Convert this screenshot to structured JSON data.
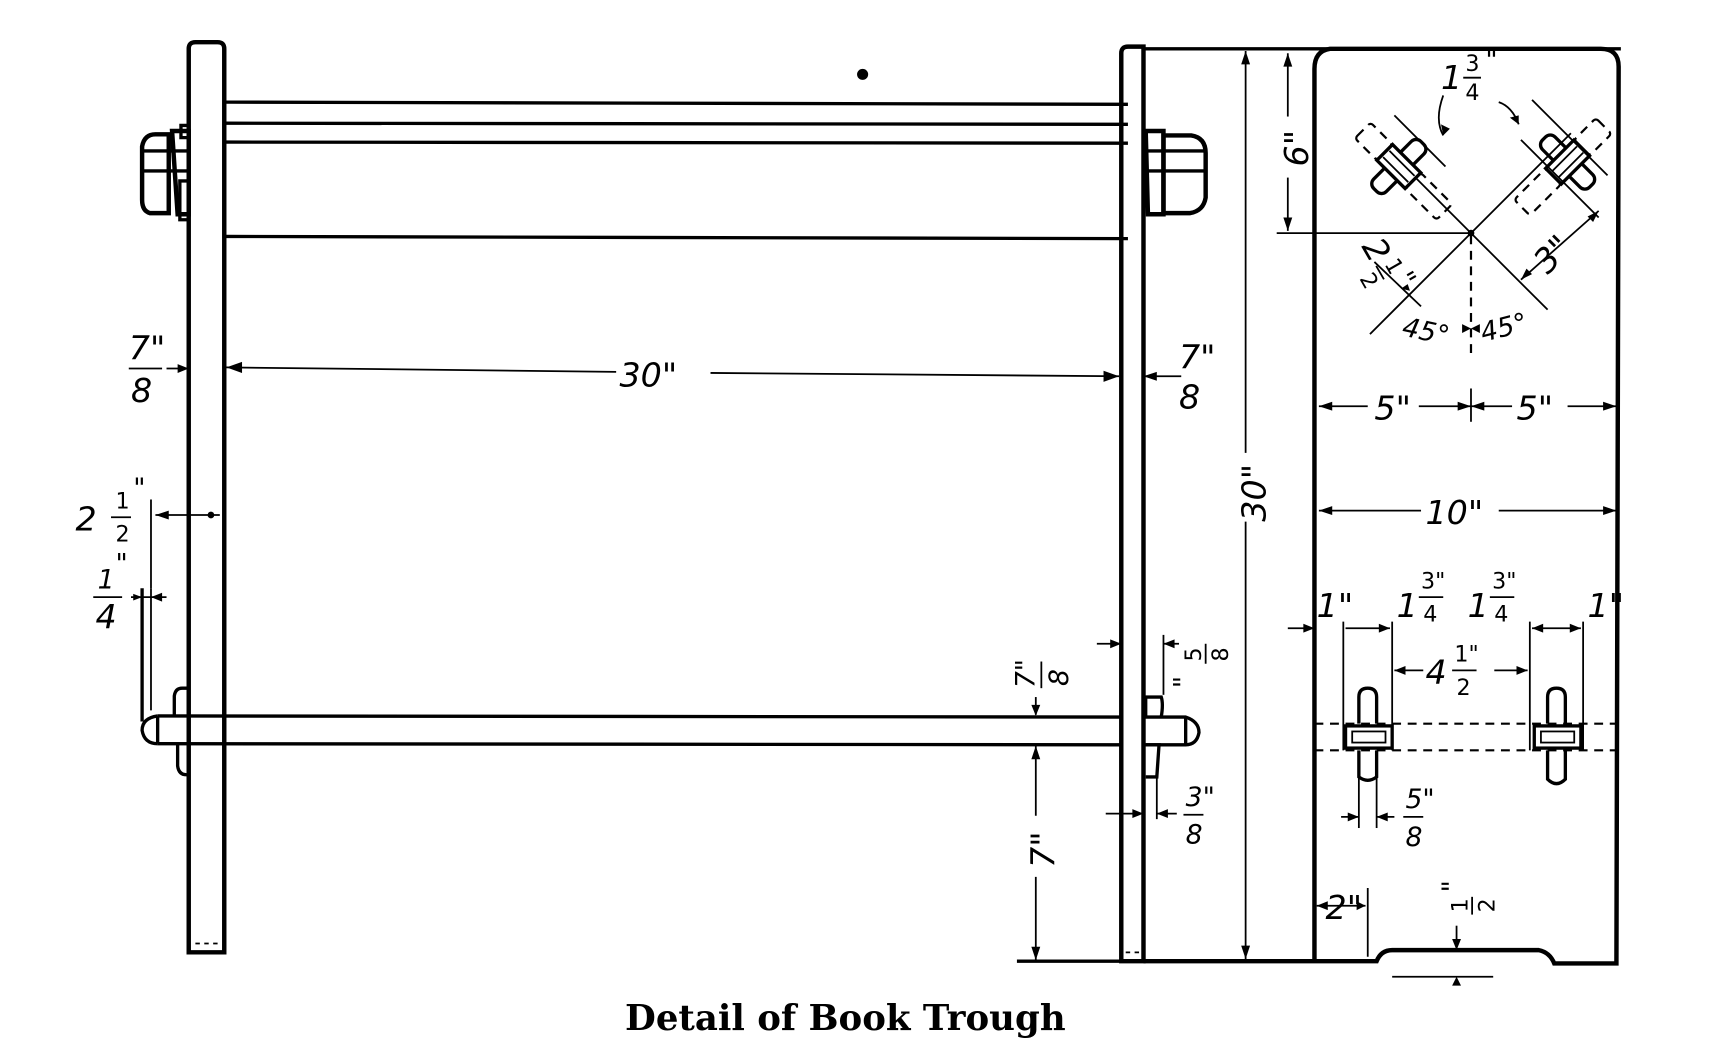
{
  "caption": "Detail of Book Trough",
  "dimensions": {
    "span_width": "30\"",
    "left_upright_thickness": "7\"",
    "left_upright_thickness_den": "8",
    "right_upright_thickness": "7\"",
    "right_upright_thickness_den": "8",
    "peg_offset_whole": "2",
    "peg_offset_num": "1",
    "peg_offset_den": "2",
    "peg_offset_unit": "\"",
    "peg_gap_num": "1",
    "peg_gap_unit": "\"",
    "peg_gap_den": "4",
    "rail_thickness_num": "7\"",
    "rail_thickness_den": "8",
    "rail_height": "7\"",
    "tenon_upper_num": "5",
    "tenon_upper_den": "8",
    "tenon_upper_unit": "\"",
    "tenon_lower_num": "3\"",
    "tenon_lower_den": "8",
    "total_height": "30\"",
    "top_offset": "6\"",
    "diag_slot_num": "3",
    "diag_slot_den": "4",
    "diag_slot_whole": "1",
    "diag_slot_unit": "\"",
    "diag_arm": "3\"",
    "diag_inner_whole": "2",
    "diag_inner_num": "1",
    "diag_inner_den": "2",
    "diag_inner_unit": "\"",
    "angle_left": "45°",
    "angle_right": "45°",
    "half_width_left": "5\"",
    "half_width_right": "5\"",
    "panel_width": "10\"",
    "edge_left": "1\"",
    "edge_right": "1\"",
    "slot_left_whole": "1",
    "slot_left_num": "3\"",
    "slot_left_den": "4",
    "slot_right_whole": "1",
    "slot_right_num": "3\"",
    "slot_right_den": "4",
    "slot_gap_whole": "4",
    "slot_gap_num": "1\"",
    "slot_gap_den": "2",
    "peg_width_num": "5\"",
    "peg_width_den": "8",
    "foot_offset": "2\"",
    "foot_depth_num": "1",
    "foot_depth_den": "2",
    "foot_depth_unit": "\""
  }
}
